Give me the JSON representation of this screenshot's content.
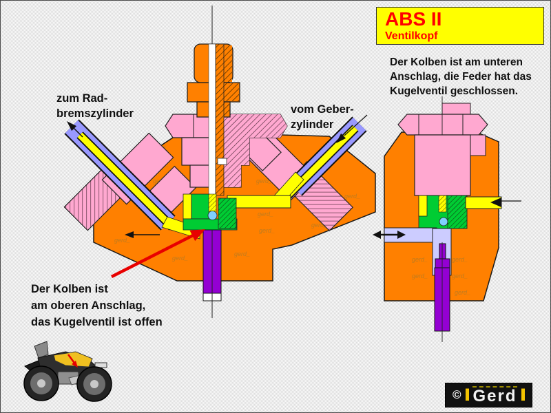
{
  "slide": {
    "title_box": {
      "title": "ABS II",
      "subtitle": "Ventilkopf"
    },
    "notes": {
      "right": [
        "Der Kolben ist am unteren",
        "Anschlag, die Feder hat das",
        "Kugelventil  geschlossen."
      ],
      "bottom_left": [
        "Der Kolben ist",
        "am oberen Anschlag,",
        "das Kugelventil ist offen"
      ]
    },
    "labels": {
      "to_wheel_cylinder": [
        "zum Rad-",
        "bremszylinder"
      ],
      "from_master_cylinder": [
        "vom Geber-",
        "zylinder"
      ]
    },
    "logo": {
      "copyright": "©",
      "bar_left": "I",
      "name": "Gerd",
      "bar_right": "I"
    },
    "watermark": "gerd_",
    "colors": {
      "body_orange": "#FF8000",
      "fitting_pink": "#FFA8D0",
      "valve_green": "#00CC33",
      "fluid_yellow": "#FFFF00",
      "tube_lavender": "#9999FF",
      "channel_lavender": "#CCCCFF",
      "piston_purple": "#9400D3",
      "ball_cyan": "#7FD0FF",
      "arrow_red": "#E80000",
      "title_bg": "#FFFF00",
      "title_fg": "#FF0000"
    }
  }
}
